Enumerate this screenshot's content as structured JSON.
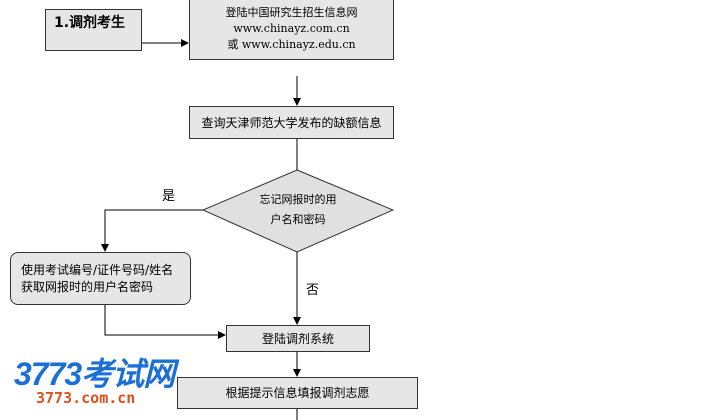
{
  "nodes": {
    "start": "1.调剂考生",
    "login_site": {
      "line1": "登陆中国研究生招生信息网",
      "line2": "www.chinayz.com.cn",
      "line3": "或 www.chinayz.edu.cn"
    },
    "query": "查询天津师范大学发布的缺额信息",
    "decision": {
      "line1": "忘记网报时的用",
      "line2": "户名和密码"
    },
    "retrieve": {
      "line1": "使用考试编号/证件号码/姓名",
      "line2": "获取网报时的用户名密码"
    },
    "login_system": "登陆调剂系统",
    "fill": "根据提示信息填报调剂志愿"
  },
  "edges": {
    "yes": "是",
    "no": "否"
  },
  "watermark": {
    "brand": "3773考试网",
    "url": "3773.com.cn"
  }
}
